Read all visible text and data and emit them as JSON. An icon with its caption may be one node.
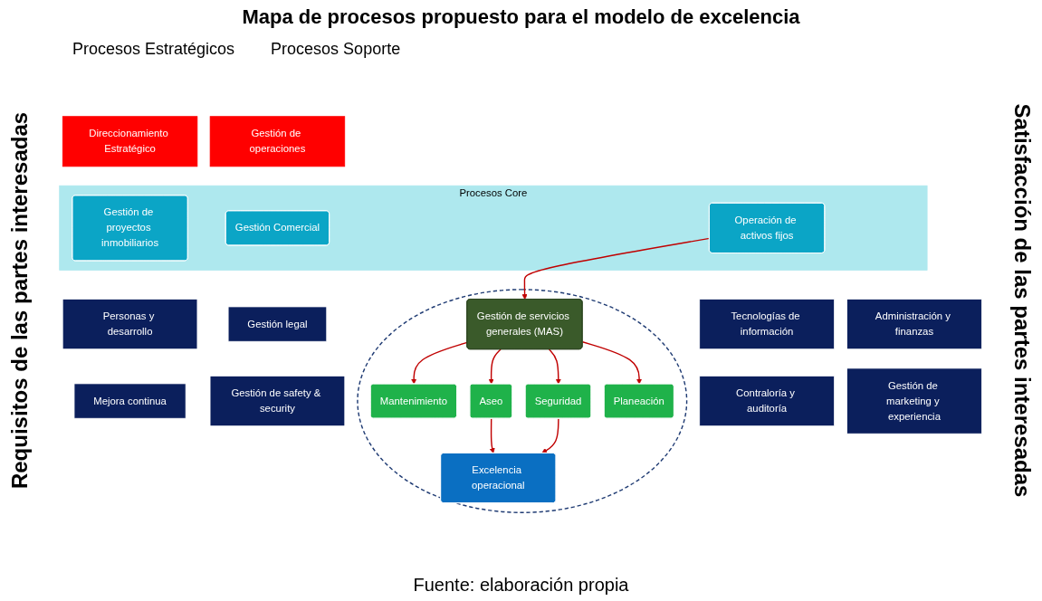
{
  "diagram": {
    "title": "Mapa de procesos propuesto para el modelo de excelencia",
    "caption": "Fuente: elaboración propia",
    "nodes": [
      {
        "text": [
          "Direccionamiento Estratégico"
        ]
      },
      {
        "text": [
          "Gestión de operaciones"
        ]
      },
      {
        "text": [
          "Procesos Core"
        ]
      },
      {
        "text": [
          "Gestión de proyectos inmobiliarios"
        ],
        "in": 2
      },
      {
        "text": [
          "Gestión Comercial"
        ],
        "in": 2
      },
      {
        "text": [
          "Operación de activos fijos"
        ],
        "in": 2
      },
      {
        "text": [
          "Personas y desarrollo"
        ]
      },
      {
        "text": [
          "Gestión legal"
        ]
      },
      {
        "text": [
          "Tecnologías de información"
        ]
      },
      {
        "text": [
          "Administración y finanzas"
        ]
      },
      {
        "text": [
          "Mejora continua"
        ]
      },
      {
        "text": [
          "Gestión de safety & security"
        ]
      },
      {
        "text": [
          "Contraloría y auditoría"
        ]
      },
      {
        "text": [
          "Gestión de marketing y experiencia"
        ]
      },
      {
        "text": [],
        "shape": "ellipse"
      },
      {
        "text": [
          "Gestión de servicios generales (MAS)"
        ],
        "in": 14
      },
      {
        "text": [
          "Mantenimiento"
        ],
        "in": 14
      },
      {
        "text": [
          "Aseo"
        ],
        "in": 14
      },
      {
        "text": [
          "Seguridad"
        ],
        "in": 14
      },
      {
        "text": [
          "Planeación"
        ],
        "in": 14
      },
      {
        "text": [
          "Excelencia operacional"
        ],
        "in": 14
      }
    ],
    "edges": [
      {
        "from": 5,
        "to": 15,
        "arrow": "to"
      },
      {
        "from": 15,
        "to": 16,
        "arrow": "to"
      },
      {
        "from": 15,
        "to": 17,
        "arrow": "to"
      },
      {
        "from": 15,
        "to": 18,
        "arrow": "to"
      },
      {
        "from": 15,
        "to": 19,
        "arrow": "to"
      },
      {
        "from": 17,
        "to": 20,
        "arrow": "to"
      },
      {
        "from": 18,
        "to": 20,
        "arrow": "to"
      }
    ],
    "labels": [
      "Procesos Estratégicos",
      "Procesos Soporte",
      "Requisitos de las partes interesadas",
      "Satisfacción de las partes interesadas"
    ]
  }
}
